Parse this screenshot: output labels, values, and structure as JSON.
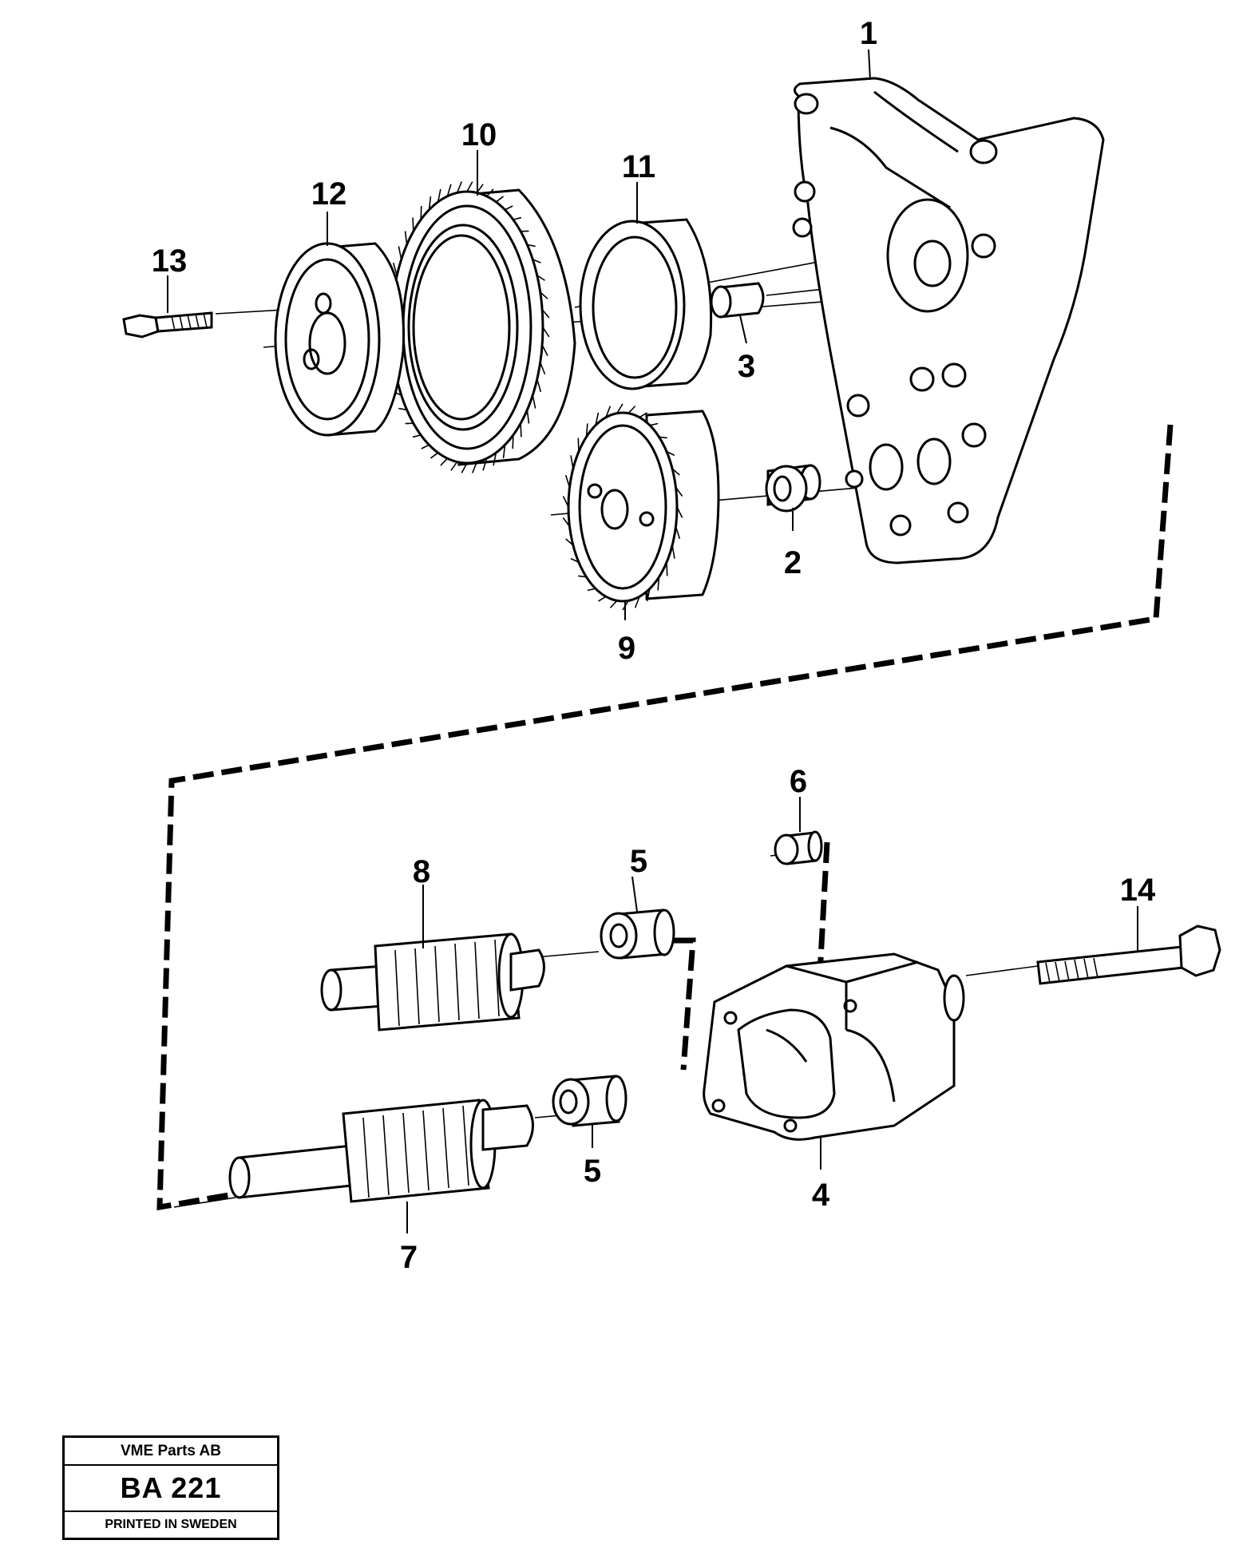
{
  "callouts": [
    {
      "id": "1",
      "text": "1"
    },
    {
      "id": "2",
      "text": "2"
    },
    {
      "id": "3",
      "text": "3"
    },
    {
      "id": "4",
      "text": "4"
    },
    {
      "id": "5a",
      "text": "5"
    },
    {
      "id": "5b",
      "text": "5"
    },
    {
      "id": "6",
      "text": "6"
    },
    {
      "id": "7",
      "text": "7"
    },
    {
      "id": "8",
      "text": "8"
    },
    {
      "id": "9",
      "text": "9"
    },
    {
      "id": "10",
      "text": "10"
    },
    {
      "id": "11",
      "text": "11"
    },
    {
      "id": "12",
      "text": "12"
    },
    {
      "id": "13",
      "text": "13"
    },
    {
      "id": "14",
      "text": "14"
    }
  ],
  "title_block": {
    "company": "VME Parts AB",
    "code": "BA 221",
    "printed": "PRINTED IN SWEDEN"
  }
}
